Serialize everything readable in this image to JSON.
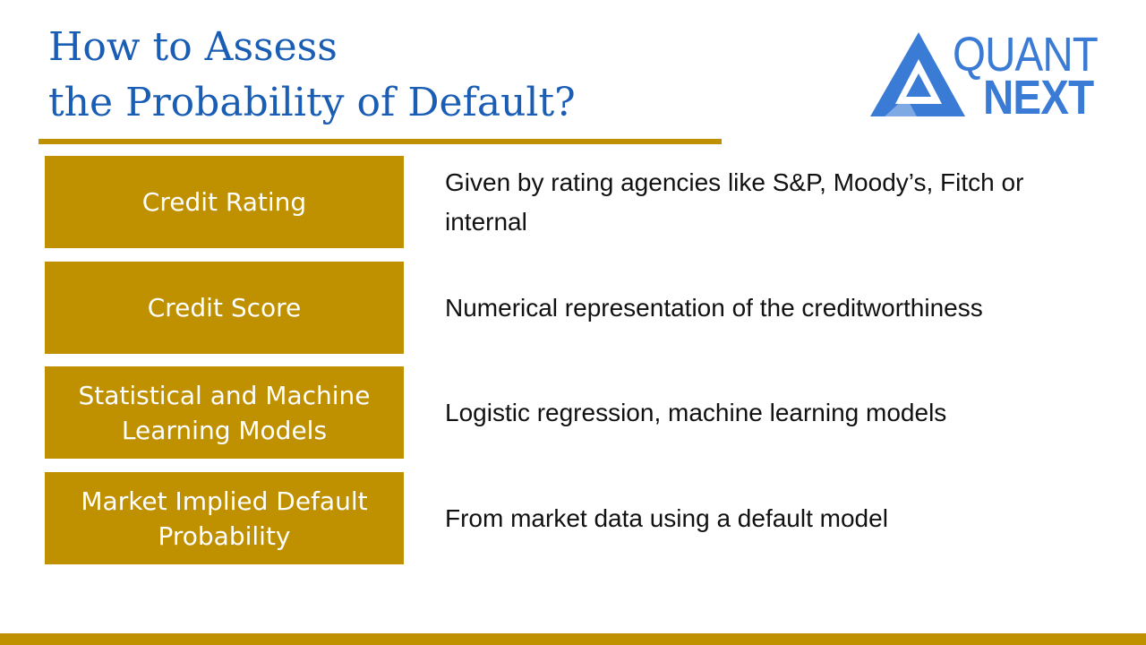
{
  "slide": {
    "title_line1": "How to Assess",
    "title_line2": "the Probability of Default?",
    "logo": {
      "line1": "QUANT",
      "line2": "NEXT",
      "icon": "triangle-logo-icon"
    },
    "colors": {
      "accent": "#bf9000",
      "title": "#1a5db4",
      "logo": "#3a7bd5"
    },
    "rows": [
      {
        "label": "Credit Rating",
        "description": "Given by rating agencies like S&P, Moody’s, Fitch or internal"
      },
      {
        "label": "Credit Score",
        "description": "Numerical representation of the creditworthiness"
      },
      {
        "label": "Statistical and Machine\nLearning Models",
        "description": "Logistic regression, machine learning models"
      },
      {
        "label": "Market Implied Default\nProbability",
        "description": "From market data using a default model"
      }
    ]
  }
}
